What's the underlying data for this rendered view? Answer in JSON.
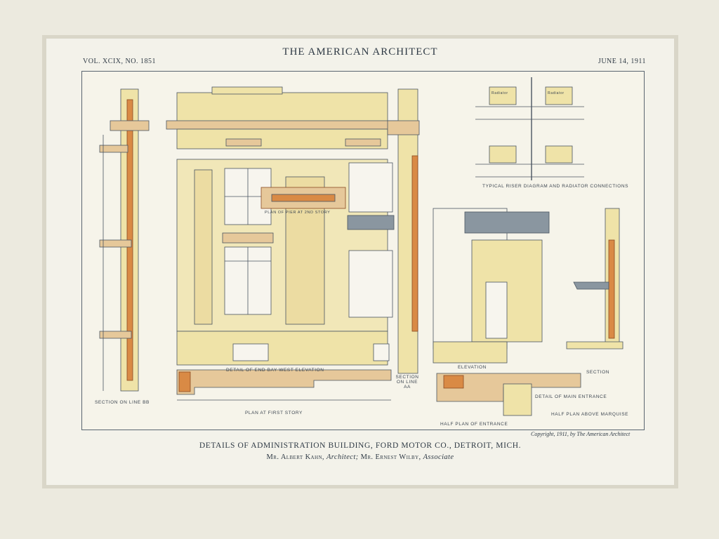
{
  "header": {
    "journal_title": "THE AMERICAN ARCHITECT",
    "volume": "VOL. XCIX, NO. 1851",
    "date": "JUNE 14, 1911"
  },
  "drawing_labels": {
    "riser": "TYPICAL RISER DIAGRAM AND RADIATOR CONNECTIONS",
    "radiator": "Radiator",
    "plan_2nd": "PLAN OF PIER AT 2ND STORY",
    "end_bay": "DETAIL OF END BAY WEST ELEVATION",
    "section_bb": "SECTION ON LINE BB",
    "section_aa": "SECTION ON LINE AA",
    "plan_first": "PLAN AT FIRST STORY",
    "elevation": "ELEVATION",
    "section": "SECTION",
    "main_entrance": "DETAIL OF MAIN ENTRANCE",
    "half_plan_marquise": "HALF PLAN ABOVE MARQUISE",
    "half_plan_entrance": "HALF PLAN OF ENTRANCE"
  },
  "footer": {
    "copyright": "Copyright, 1911, by The American Architect",
    "caption": "DETAILS OF ADMINISTRATION BUILDING, FORD MOTOR CO., DETROIT, MICH.",
    "architect_name": "Mr. Albert Kahn,",
    "architect_role": "Architect;",
    "associate_name": "Mr. Ernest Wilby,",
    "associate_role": "Associate"
  },
  "colors": {
    "paper": "#f3f2ea",
    "mat": "#eceadf",
    "ink": "#4a5561",
    "wash_yellow": "#efe3a8",
    "wash_tan": "#e6c89a",
    "wash_orange": "#d98a45"
  }
}
